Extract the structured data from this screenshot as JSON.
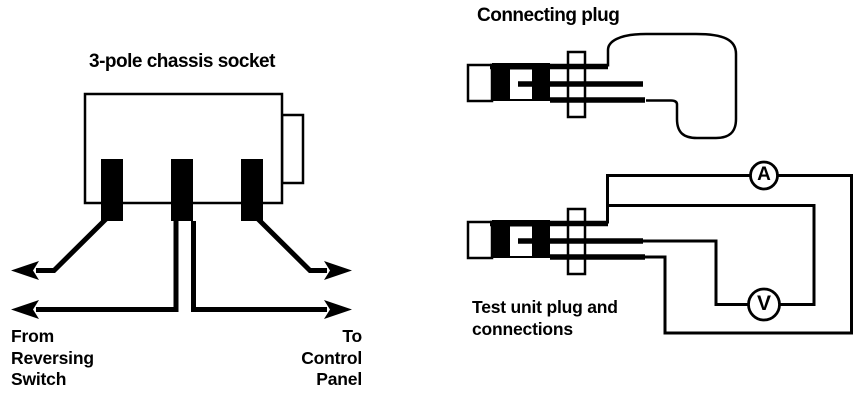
{
  "colors": {
    "ink": "#000000",
    "paper": "#ffffff"
  },
  "socket_diagram": {
    "title": "3-pole chassis socket",
    "from_label": "From\nReversing\nSwitch",
    "to_label": "To\nControl\nPanel"
  },
  "connecting_plug_diagram": {
    "title": "Connecting plug"
  },
  "test_unit_diagram": {
    "title": "Test unit plug and\nconnections",
    "ammeter_label": "A",
    "voltmeter_label": "V"
  }
}
